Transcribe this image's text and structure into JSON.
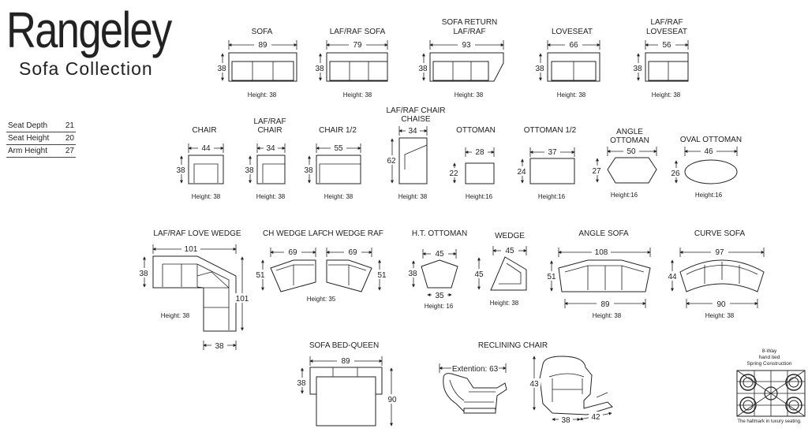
{
  "header": {
    "brand": "Rangeley",
    "subtitle": "Sofa Collection"
  },
  "specs": [
    {
      "label": "Seat Depth",
      "value": "21"
    },
    {
      "label": "Seat Height",
      "value": "20"
    },
    {
      "label": "Arm Height",
      "value": "27"
    }
  ],
  "pieces": {
    "sofa": {
      "label": "SOFA",
      "width": "89",
      "depth": "38",
      "height": "Height: 38"
    },
    "laf_raf_sofa": {
      "label": "LAF/RAF  SOFA",
      "width": "79",
      "depth": "38",
      "height": "Height: 38"
    },
    "sofa_return": {
      "label1": "SOFA RETURN",
      "label2": "LAF/RAF",
      "width": "93",
      "depth": "38",
      "height": "Height: 38"
    },
    "loveseat": {
      "label": "LOVESEAT",
      "width": "66",
      "depth": "38",
      "height": "Height: 38"
    },
    "laf_raf_loveseat": {
      "label1": "LAF/RAF",
      "label2": "LOVESEAT",
      "width": "56",
      "depth": "38",
      "height": "Height: 38"
    },
    "chair": {
      "label": "CHAIR",
      "width": "44",
      "depth": "38",
      "height": "Height: 38"
    },
    "laf_raf_chair": {
      "label1": "LAF/RAF",
      "label2": "CHAIR",
      "width": "34",
      "depth": "38",
      "height": "Height: 38"
    },
    "chair_half": {
      "label": "CHAIR 1/2",
      "width": "55",
      "depth": "38",
      "height": "Height: 38"
    },
    "chaise": {
      "label1": "LAF/RAF CHAIR",
      "label2": "CHAISE",
      "width": "34",
      "depth": "62",
      "height": "Height: 38"
    },
    "ottoman": {
      "label": "OTTOMAN",
      "width": "28",
      "depth": "22",
      "height": "Height:16"
    },
    "ottoman_half": {
      "label": "OTTOMAN 1/2",
      "width": "37",
      "depth": "24",
      "height": "Height:16"
    },
    "angle_ottoman": {
      "label1": "ANGLE",
      "label2": "OTTOMAN",
      "width": "50",
      "depth": "27",
      "height": "Height:16"
    },
    "oval_ottoman": {
      "label": "OVAL OTTOMAN",
      "width": "46",
      "depth": "26",
      "height": "Height:16"
    },
    "love_wedge": {
      "label": "LAF/RAF LOVE WEDGE",
      "width": "101",
      "depth": "38",
      "side": "101",
      "bottom": "38",
      "height": "Height: 38"
    },
    "ch_wedge_laf": {
      "label": "CH WEDGE LAF",
      "width": "69",
      "depth": "51"
    },
    "ch_wedge_raf": {
      "label": "CH WEDGE RAF",
      "width": "69",
      "depth": "51"
    },
    "ch_wedge_height": "Height: 35",
    "ht_ottoman": {
      "label": "H.T. OTTOMAN",
      "width": "45",
      "depth": "38",
      "bottom": "35",
      "height": "Height: 16"
    },
    "wedge": {
      "label": "WEDGE",
      "width": "45",
      "depth": "45",
      "height": "Height: 38"
    },
    "angle_sofa": {
      "label": "ANGLE SOFA",
      "width": "108",
      "depth": "51",
      "bottom": "89",
      "height": "Height: 38"
    },
    "curve_sofa": {
      "label": "CURVE SOFA",
      "width": "97",
      "depth": "44",
      "bottom": "90",
      "height": "Height: 38"
    },
    "sofa_bed": {
      "label": "SOFA BED-QUEEN",
      "width": "89",
      "depth": "38",
      "open": "90"
    },
    "recliner": {
      "label": "RECLINING CHAIR",
      "extension": "Extention: 63",
      "height": "43",
      "depth": "38",
      "extended": "42"
    }
  },
  "spring": {
    "line1": "8-Way",
    "line2": "hand tied",
    "line3": "Spring Construction",
    "caption": "The hallmark in luxury seating."
  }
}
